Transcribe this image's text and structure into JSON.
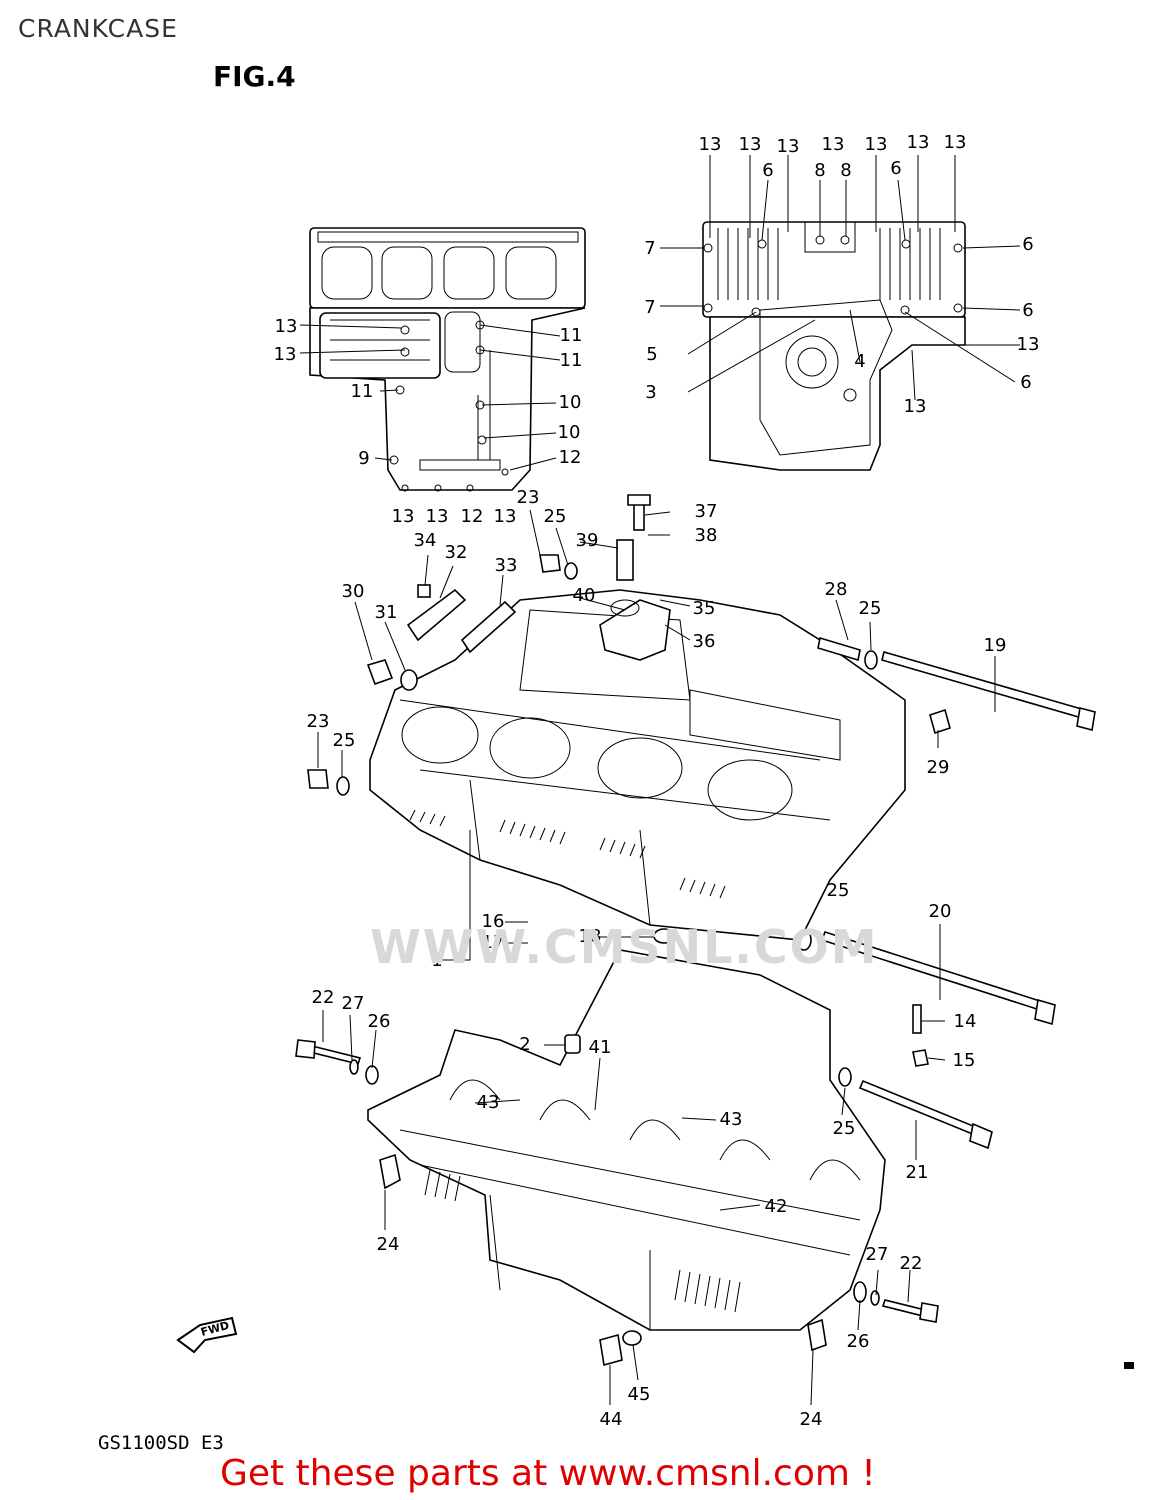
{
  "page": {
    "title": "CRANKCASE",
    "figure": "FIG.4",
    "model": "GS1100SD  E3",
    "footer": "Get these parts at www.cmsnl.com !",
    "watermark": "WWW.CMSNL.COM"
  },
  "fwd_label": "FWD",
  "callouts": [
    "13",
    "13",
    "13",
    "13",
    "13",
    "13",
    "13",
    "6",
    "8",
    "8",
    "6",
    "7",
    "6",
    "7",
    "6",
    "5",
    "13",
    "3",
    "4",
    "6",
    "13",
    "13",
    "11",
    "13",
    "11",
    "11",
    "10",
    "10",
    "9",
    "12",
    "13",
    "13",
    "12",
    "13",
    "37",
    "23",
    "38",
    "25",
    "39",
    "34",
    "32",
    "33",
    "40",
    "35",
    "36",
    "30",
    "31",
    "28",
    "25",
    "19",
    "29",
    "23",
    "25",
    "25",
    "16",
    "17",
    "20",
    "18",
    "1",
    "22",
    "27",
    "26",
    "14",
    "2",
    "41",
    "15",
    "43",
    "43",
    "25",
    "21",
    "42",
    "24",
    "27",
    "22",
    "26",
    "24",
    "44",
    "45"
  ],
  "colors": {
    "footer": "#e00000",
    "watermark": "#d8d8d8",
    "ink": "#000000"
  }
}
